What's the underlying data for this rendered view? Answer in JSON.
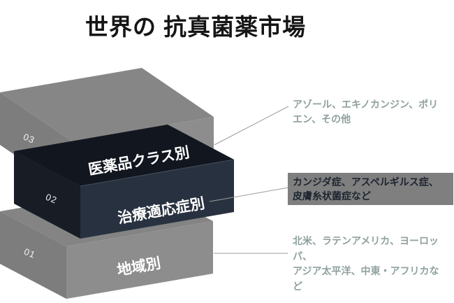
{
  "title": "世界の 抗真菌薬市場",
  "layers": [
    {
      "num": "03",
      "label": "医薬品クラス別"
    },
    {
      "num": "02",
      "label": "治療適応症別"
    },
    {
      "num": "01",
      "label": "地域別"
    }
  ],
  "annotations": {
    "drug_class": "アゾール、エキノカンジン、ポリ\nエン、その他",
    "indication": "カンジダ症、アスペルギルス症、\n皮膚糸状菌症など",
    "region": "北米、ラテンアメリカ、ヨーロッパ、\nアジア太平洋、中東・アフリカな\nど"
  },
  "colors": {
    "slab_gray_top": "#868686",
    "slab_gray_left": "#7d7d7d",
    "slab_gray_front": "#8d8d8d",
    "slab_dark_top": "#11161f",
    "slab_dark_left": "#171c25",
    "slab_dark_front": "#28313f",
    "annotation_text": "#8fa0a0",
    "annotation_box_bg": "#7f7f7f",
    "annotation_box_text": "#1d2530",
    "leader_line": "#9c9c9c",
    "title_text": "#151515"
  }
}
